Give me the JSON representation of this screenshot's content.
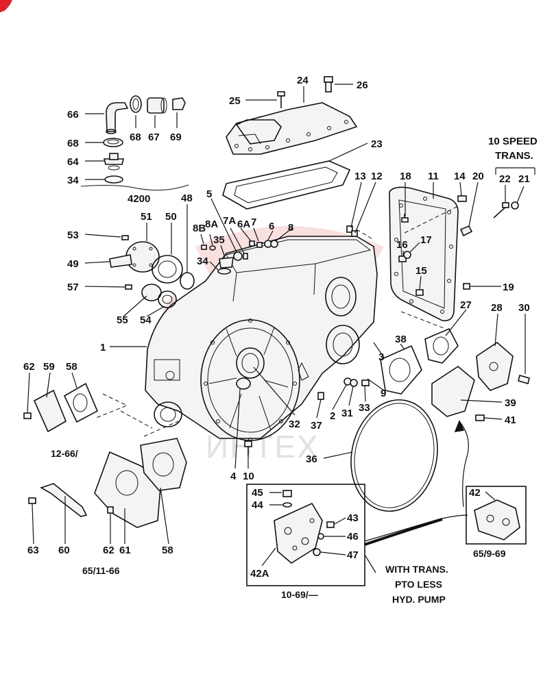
{
  "watermark": {
    "text": "ИНТЕХ",
    "color": "#e23b3b"
  },
  "labels": {
    "l66": "66",
    "l68a": "68",
    "l67": "67",
    "l69": "69",
    "l68b": "68",
    "l64": "64",
    "l34a": "34",
    "l4200": "4200",
    "l25": "25",
    "l24": "24",
    "l26": "26",
    "l23": "23",
    "l10speed_1": "10 SPEED",
    "l10speed_2": "TRANS.",
    "l13": "13",
    "l12": "12",
    "l18": "18",
    "l11": "11",
    "l14": "14",
    "l20": "20",
    "l22": "22",
    "l21": "21",
    "l5": "5",
    "l48": "48",
    "l51": "51",
    "l50": "50",
    "l53": "53",
    "l8B": "8B",
    "l8A": "8A",
    "l7A": "7A",
    "l6A": "6A",
    "l7": "7",
    "l6": "6",
    "l8": "8",
    "l35": "35",
    "l34b": "34",
    "l49": "49",
    "l57": "57",
    "l55": "55",
    "l54": "54",
    "l16": "16",
    "l17": "17",
    "l15": "15",
    "l19": "19",
    "l27": "27",
    "l28": "28",
    "l30": "30",
    "l1": "1",
    "l38": "38",
    "l3": "3",
    "l62a": "62",
    "l59": "59",
    "l58a": "58",
    "l9": "9",
    "l39": "39",
    "l41": "41",
    "l32": "32",
    "l37": "37",
    "l2": "2",
    "l31": "31",
    "l33": "33",
    "l36": "36",
    "l4": "4",
    "l10": "10",
    "l45": "45",
    "l44": "44",
    "l43": "43",
    "l46": "46",
    "l47": "47",
    "l42A": "42A",
    "l42": "42",
    "l63": "63",
    "l60": "60",
    "l62b": "62",
    "l61": "61",
    "l58b": "58"
  },
  "notes": {
    "d12_66": "12-66/",
    "d65_11_66": "65/11-66",
    "d10_69": "10-69/—",
    "d65_9_69": "65/9-69",
    "with_trans_1": "WITH TRANS.",
    "with_trans_2": "PTO LESS",
    "with_trans_3": "HYD. PUMP"
  }
}
